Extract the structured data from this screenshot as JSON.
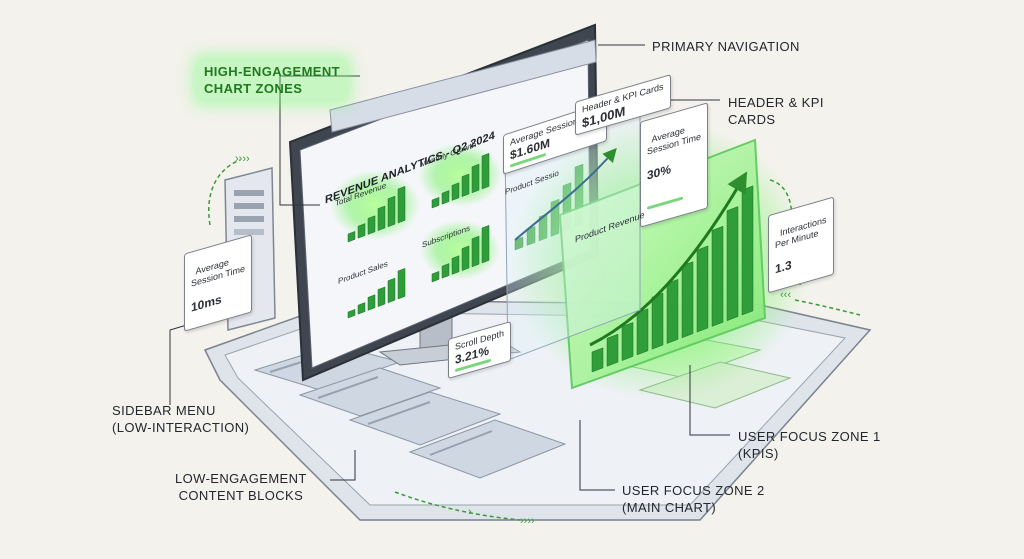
{
  "callouts": {
    "high_engagement": "HIGH-ENGAGEMENT\nCHART ZONES",
    "primary_navigation": "PRIMARY NAVIGATION",
    "header_kpi": "HEADER & KPI\nCARDS",
    "sidebar_menu": "SIDEBAR MENU\n(LOW-INTERACTION)",
    "low_engagement": "LOW-ENGAGEMENT\nCONTENT BLOCKS",
    "focus_zone_1": "USER FOCUS ZONE 1\n(KPIs)",
    "focus_zone_2": "USER FOCUS ZONE 2\n(MAIN CHART)"
  },
  "dashboard": {
    "title": "REVENUE ANALYTICS - Q2 2024",
    "panels": {
      "total_revenue": "Total Revenue",
      "monthly_growth": "Monthly Growth",
      "product_sales": "Product Sales",
      "subscriptions": "Subscriptions",
      "product_sessions": "Product Sessio"
    },
    "kpi_session_label": "Average Session Time",
    "kpi_session_value": "$1.60M"
  },
  "chips": {
    "header_kpi_cards": {
      "label": "Header & KPI Cards",
      "value": "$1,00M"
    },
    "avg_session_right": {
      "label": "Average\nSession Time",
      "value": "30%"
    },
    "avg_session_left": {
      "label": "Average\nSession Time",
      "value": "10ms"
    },
    "interactions": {
      "label": "Interactions\nPer Minute",
      "value": "1.3"
    },
    "scroll_depth": {
      "label": "Scroll Depth",
      "value": "3.21%"
    }
  },
  "main_chart": {
    "title": "Product Revenue"
  },
  "colors": {
    "highlight": "#6cf06c",
    "glow": "#9dff8f",
    "bar": "#2f9e3a",
    "frame": "#3f4650",
    "background": "#f3f2ec"
  }
}
